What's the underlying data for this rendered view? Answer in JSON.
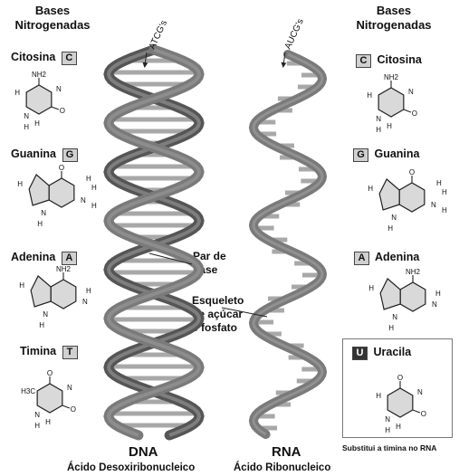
{
  "left_header": "Bases\nNitrogenadas",
  "right_header": "Bases\nNitrogenadas",
  "left_bases": [
    {
      "name": "Citosina",
      "letter": "C"
    },
    {
      "name": "Guanina",
      "letter": "G"
    },
    {
      "name": "Adenina",
      "letter": "A"
    },
    {
      "name": "Timina",
      "letter": "T"
    }
  ],
  "right_bases": [
    {
      "name": "Citosina",
      "letter": "C"
    },
    {
      "name": "Guanina",
      "letter": "G"
    },
    {
      "name": "Adenina",
      "letter": "A"
    },
    {
      "name": "Uracila",
      "letter": "U"
    }
  ],
  "dna_tag": "ATCG's",
  "rna_tag": "AUCG's",
  "callout_base_pair": "Par de\nbase",
  "callout_backbone": "Esqueleto\nde açúcar\ne fosfato",
  "dna_title": "DNA",
  "dna_subtitle": "Ácido Desoxiribonucleico",
  "rna_title": "RNA",
  "rna_subtitle": "Ácido Ribonucleico",
  "uracil_note": "Substitui a timina no RNA",
  "atoms": {
    "n": "N",
    "h": "H",
    "o": "O",
    "c": "C",
    "nh2": "NH2",
    "h3c": "H3C"
  },
  "colors": {
    "backbone": "#7a7a7a",
    "backbone_dark": "#555555",
    "rung": "#a8a8a8",
    "ring_fill": "#d9d9d9"
  }
}
